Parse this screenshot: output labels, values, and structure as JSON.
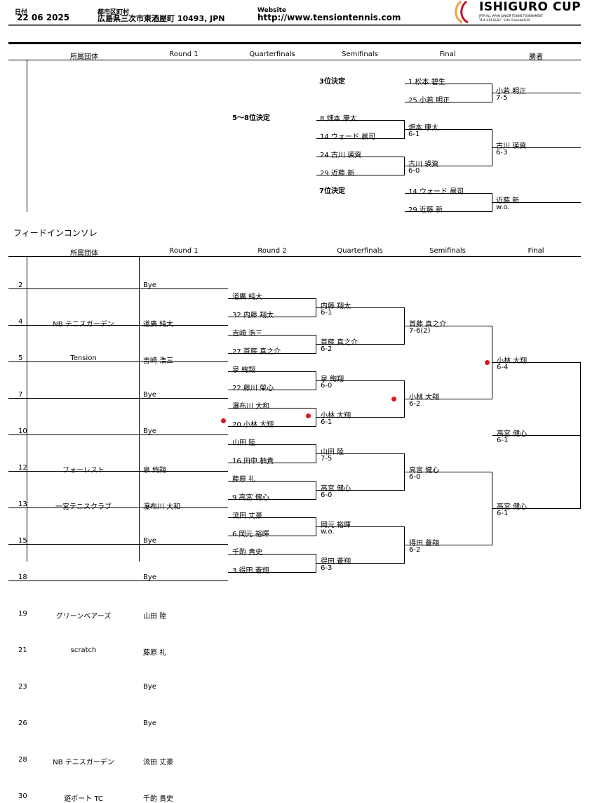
{
  "header": {
    "date_label": "日付",
    "date_value": "22 06 2025",
    "place_label": "都市区町村",
    "place_value": "広島県三次市東酒屋町 10493, JPN",
    "website_label": "Website",
    "website_value": "http://www.tensiontennis.com",
    "logo_title": "ISHIGURO CUP",
    "logo_sub1": "JPTA ALL JAPAN JUNIOR TENNIS TOURNAMENT",
    "logo_sub2": "11th U14 &U12・13th GreenballU10"
  },
  "main_headers": [
    "所属団体",
    "Round 1",
    "Quarterfinals",
    "Semifinals",
    "Final",
    "勝者"
  ],
  "classif": {
    "third_label": "3位決定",
    "fifth_label": "5～8位決定",
    "seventh_label": "7位決定",
    "third": {
      "p1": "1.松本 碧生",
      "p2": "25.小若 明正",
      "winner": "小若 明正",
      "score": "7-5"
    },
    "fifth": {
      "r1": [
        "8.畑本 康太",
        "14.ウォード 晨司",
        "24.古川 瑛資",
        "29.近藤 新"
      ],
      "semi": [
        {
          "name": "畑本 康太",
          "score": "6-1"
        },
        {
          "name": "古川 瑛資",
          "score": "6-0"
        }
      ],
      "winner": "古川 瑛資",
      "score": "6-3"
    },
    "seventh": {
      "p1": "14.ウォード 晨司",
      "p2": "29.近藤 新",
      "winner": "近藤 新",
      "score": "w.o."
    }
  },
  "consolation_title": "フィードインコンソレ",
  "consolation_headers": [
    "所属団体",
    "Round 1",
    "Round 2",
    "Quarterfinals",
    "Semifinals",
    "Final"
  ],
  "consolation": {
    "rows": [
      {
        "seed": "2",
        "club": "",
        "name": "Bye"
      },
      {
        "seed": "4",
        "club": "NB テニスガーデン",
        "name": "道廣 純大"
      },
      {
        "seed": "5",
        "club": "Tension",
        "name": "吉崎 浩三"
      },
      {
        "seed": "7",
        "club": "",
        "name": "Bye"
      },
      {
        "seed": "10",
        "club": "",
        "name": "Bye"
      },
      {
        "seed": "12",
        "club": "フォーレスト",
        "name": "泉 絢翔"
      },
      {
        "seed": "13",
        "club": "一宮テニスクラブ",
        "name": "瀑布川 大和"
      },
      {
        "seed": "15",
        "club": "",
        "name": "Bye"
      },
      {
        "seed": "18",
        "club": "",
        "name": "Bye"
      },
      {
        "seed": "19",
        "club": "グリーンベアーズ",
        "name": "山田 陸"
      },
      {
        "seed": "21",
        "club": "scratch",
        "name": "藤原 礼"
      },
      {
        "seed": "23",
        "club": "",
        "name": "Bye"
      },
      {
        "seed": "26",
        "club": "",
        "name": "Bye"
      },
      {
        "seed": "28",
        "club": "NB テニスガーデン",
        "name": "流田 丈豪"
      },
      {
        "seed": "30",
        "club": "遊ポート TC",
        "name": "千酌 貴史"
      }
    ],
    "r2": [
      {
        "name": "道廣 純大"
      },
      {
        "name": "32.内藤 翔太"
      },
      {
        "name": "吉崎 浩三"
      },
      {
        "name": "27.首藤 真之介"
      },
      {
        "name": "泉 絢翔"
      },
      {
        "name": "22.藤川 榮心"
      },
      {
        "name": "瀑布川 大和"
      },
      {
        "name": "20.小林 大翔"
      },
      {
        "name": "山田 陸"
      },
      {
        "name": "16.田中 柚貴"
      },
      {
        "name": "藤原 礼"
      },
      {
        "name": "9.高宮 健心"
      },
      {
        "name": "流田 丈豪"
      },
      {
        "name": "6.岡元 裕暉"
      },
      {
        "name": "千酌 貴史"
      },
      {
        "name": "3.得田 蒼翔"
      }
    ],
    "qf": [
      {
        "name": "内藤 翔太",
        "score": "6-1"
      },
      {
        "name": "首藤 真之介",
        "score": "6-2"
      },
      {
        "name": "泉 絢翔",
        "score": "6-0"
      },
      {
        "name": "小林 大翔",
        "score": "6-1"
      },
      {
        "name": "山田 陸",
        "score": "7-5"
      },
      {
        "name": "高宮 健心",
        "score": "6-0"
      },
      {
        "name": "岡元 裕暉",
        "score": "w.o."
      },
      {
        "name": "得田 蒼翔",
        "score": "6-3"
      }
    ],
    "sf": [
      {
        "name": "首藤 真之介",
        "score": "7-6(2)"
      },
      {
        "name": "小林 大翔",
        "score": "6-2"
      },
      {
        "name": "高宮 健心",
        "score": "6-0"
      },
      {
        "name": "得田 蒼翔",
        "score": "6-2"
      }
    ],
    "final": [
      {
        "name": "小林 大翔",
        "score": "6-4"
      },
      {
        "name": "高宮 健心",
        "score": "6-1"
      }
    ],
    "champion": {
      "name": "高宮 健心",
      "score": "6-1"
    }
  },
  "colors": {
    "marker": "#e0161b",
    "logo_accent": "#e8a33c",
    "logo_accent2": "#c8102e"
  }
}
